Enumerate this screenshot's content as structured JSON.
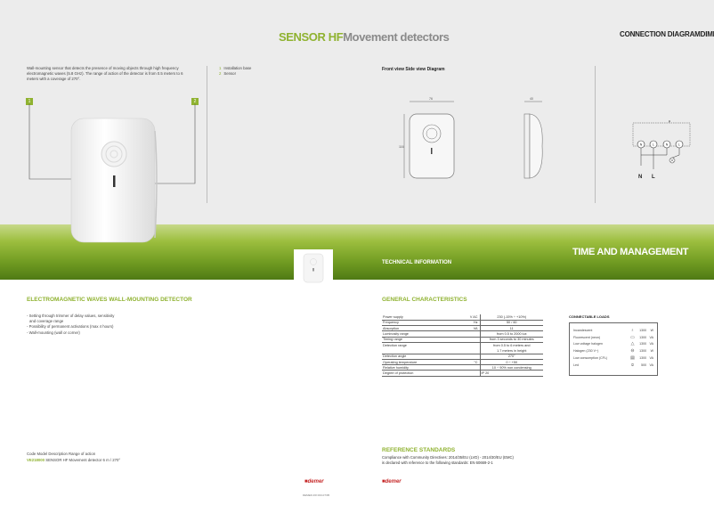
{
  "header": {
    "title_brand": "SENSOR HF",
    "title_rest": "Movement detectors",
    "right_title": "CONNECTION DIAGRAMDIMENSI"
  },
  "intro": {
    "text": "Wall-mounting sensor that detects the presence of moving objects through high frequency electromagnetic waves (5.8 GHz). The range of action of the detector is from 0.5 meters to 6 meters with a coverage of 270°.",
    "tag1": "1",
    "tag2": "2"
  },
  "legend": [
    {
      "num": "1",
      "label": "Installation base"
    },
    {
      "num": "2",
      "label": "Sensor"
    }
  ],
  "views": {
    "title": "Front view Side view Diagram",
    "dim_width": "76",
    "dim_height": "116",
    "dim_depth": "40"
  },
  "wiring": {
    "terminals": [
      "N",
      "L",
      "N",
      "L"
    ],
    "label_mu": "μ",
    "label_n": "N",
    "label_l": "L"
  },
  "band": {
    "right_title": "TIME AND MANAGEMENT",
    "left_title": "TECHNICAL INFORMATION"
  },
  "left_section": {
    "title": "ELECTROMAGNETIC WAVES WALL-MOUNTING DETECTOR",
    "features": [
      "- Setting through trimmer of delay values, sensitivity",
      "  and coverage range",
      "- Possibility of permanent activations (max 4 hours)",
      "- Wall-mounting (wall or corner)"
    ]
  },
  "general": {
    "title": "GENERAL CHARACTERISTICS",
    "rows": [
      {
        "name": "Power supply",
        "unit": "V AC",
        "value": "230 (-15% ÷ +10%)"
      },
      {
        "name": "Frequency",
        "unit": "Hz",
        "value": "50 / 60"
      },
      {
        "name": "Absorption",
        "unit": "VA",
        "value": "11"
      },
      {
        "name": "Luminosity range",
        "unit": "",
        "value": "from 0.5 to 2000 lux"
      },
      {
        "name": "Timing range",
        "unit": "",
        "value": "from 3 seconds to 30 minutes"
      },
      {
        "name": "Detection range",
        "unit": "",
        "value": "from 0.5 to 6 meters and"
      },
      {
        "name": "",
        "unit": "",
        "value": "1.7 meters in height"
      },
      {
        "name": "Detection angle",
        "unit": "",
        "value": "270°"
      },
      {
        "name": "Operating temperature",
        "unit": "°C",
        "value": "0 ÷ +50"
      },
      {
        "name": "Relative humidity",
        "unit": "",
        "value": "10 ÷ 90% non condensing"
      },
      {
        "name": "Degree of protection",
        "unit": "",
        "value": "IP 20"
      }
    ]
  },
  "loads": {
    "title": "CONNECTABLE LOADS",
    "rows": [
      {
        "name": "Incandescent",
        "icon": "incandescent-bulb-icon",
        "value": "1300",
        "unit": "W"
      },
      {
        "name": "Fluorescent (neon)",
        "icon": "fluorescent-tube-icon",
        "value": "1300",
        "unit": "VA"
      },
      {
        "name": "Low voltage halogen",
        "icon": "halogen-lv-icon",
        "value": "1300",
        "unit": "VA"
      },
      {
        "name": "Halogen (230 V~)",
        "icon": "halogen-230-icon",
        "value": "1300",
        "unit": "W"
      },
      {
        "name": "Low consumption (CFL)",
        "icon": "cfl-icon",
        "value": "1300",
        "unit": "VA"
      },
      {
        "name": "Led",
        "icon": "led-icon",
        "value": "500",
        "unit": "VA"
      }
    ]
  },
  "code_block": {
    "header": "Code Model Description Range of action",
    "code": "VE218000",
    "desc": "SENSOR HF Movement detector 6 m / 270°"
  },
  "reference": {
    "title": "REFERENCE STANDARDS",
    "line1": "Compliance with Community Directives: 2014/35/EU (LVD) - 2014/30/EU (EMC)",
    "line2": "is declared with reference to the following standards: EN 60669-2-1"
  },
  "footer": {
    "brand": "■demer",
    "code": "DEMER-FR 003-07/05"
  },
  "colors": {
    "brand_green": "#8fb230",
    "band_dark": "#4f7a14",
    "logo_red": "#c62828"
  }
}
